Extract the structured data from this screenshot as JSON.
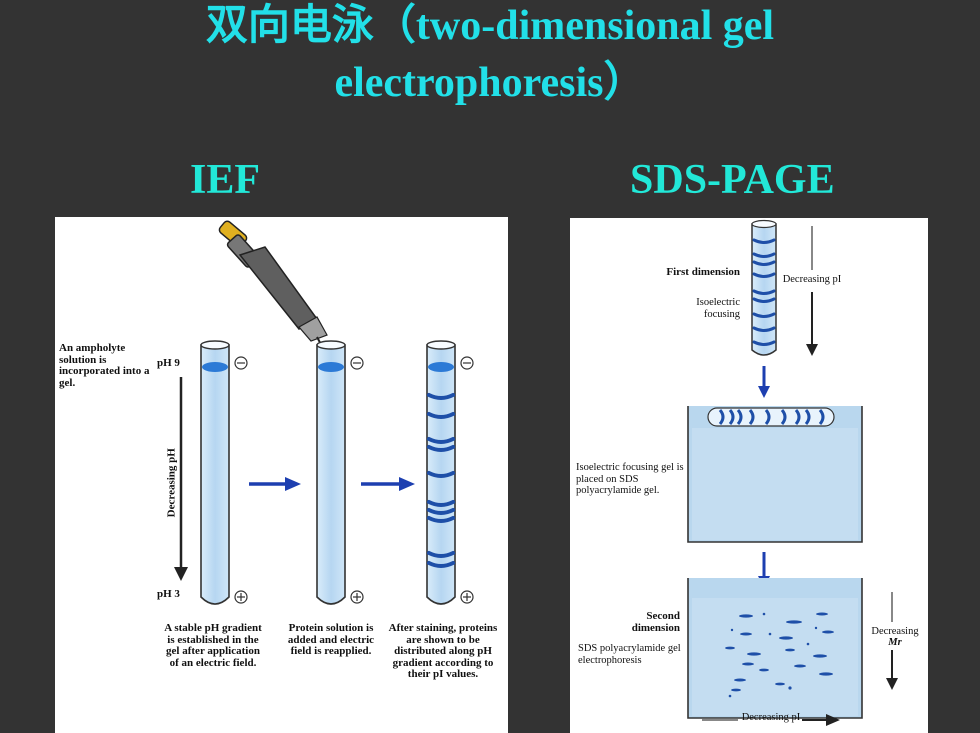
{
  "slide": {
    "title_line1": "双向电泳（two-dimensional gel",
    "title_line2": "electrophoresis）",
    "left_heading": "IEF",
    "right_heading": "SDS-PAGE"
  },
  "ief": {
    "intro_text": "An ampholyte solution is incorporated into a gel.",
    "ph_top": "pH 9",
    "ph_bottom": "pH 3",
    "axis_label": "Decreasing pH",
    "caption1": "A stable pH gradient is established in the gel after application of an electric field.",
    "caption2": "Protein solution is added and electric field is reapplied.",
    "caption3": "After staining, proteins are shown to be distributed along pH gradient according to their pI values."
  },
  "sds": {
    "first_dimension": "First dimension",
    "isoelectric_focusing": "Isoelectric focusing",
    "decreasing_pi": "Decreasing pI",
    "gel_placed": "Isoelectric focusing gel is placed on SDS polyacrylamide gel.",
    "second_dimension": "Second dimension",
    "sds_electrophoresis": "SDS polyacrylamide gel electrophoresis",
    "decreasing_mr": "Decreasing",
    "mr_symbol": "Mr",
    "decreasing_bottom": "Decreasing pI"
  },
  "colors": {
    "background": "#333333",
    "title": "#22e0e8",
    "tube_fill": "#b9d9f2",
    "band": "#1e4fa8",
    "arrow": "#1d3fb0"
  }
}
